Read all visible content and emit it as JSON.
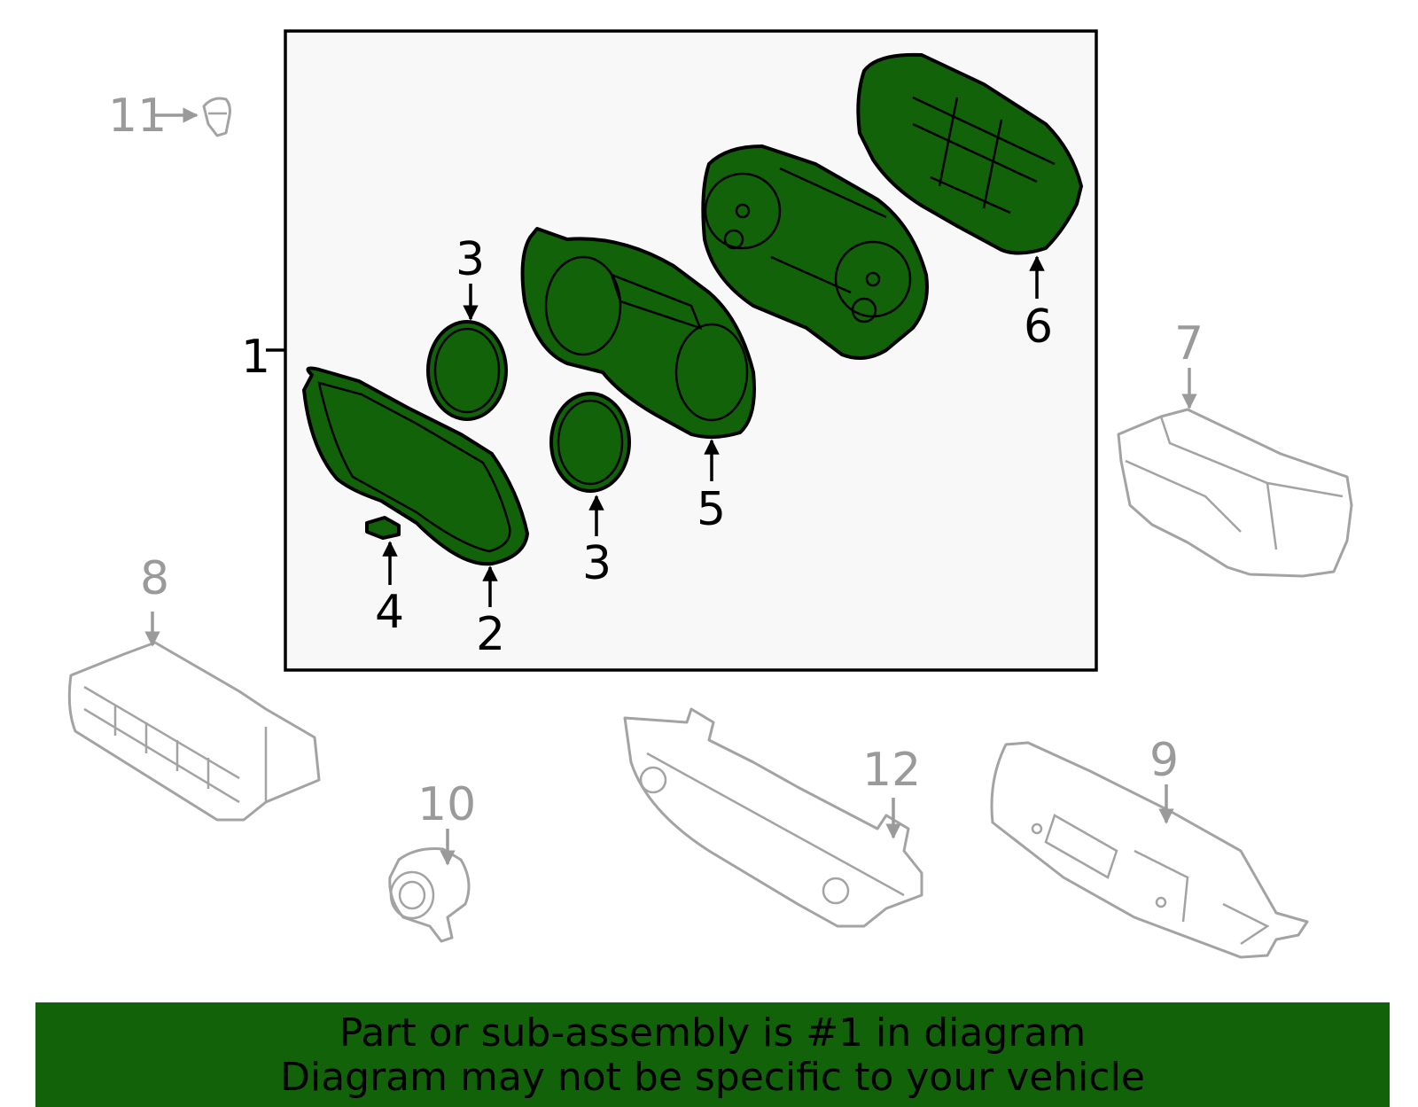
{
  "colors": {
    "highlight": "#12620a",
    "assembly_box": "#f8f8f8",
    "grey_parts": "#a3a3a3"
  },
  "callouts": {
    "c1": "1",
    "c2": "2",
    "c3a": "3",
    "c3b": "3",
    "c4": "4",
    "c5": "5",
    "c6": "6",
    "c7": "7",
    "c8": "8",
    "c9": "9",
    "c10": "10",
    "c11": "11",
    "c12": "12"
  },
  "banner": {
    "line1": "Part or sub-assembly is #1 in diagram",
    "line2": "Diagram may not be specific to your vehicle"
  }
}
